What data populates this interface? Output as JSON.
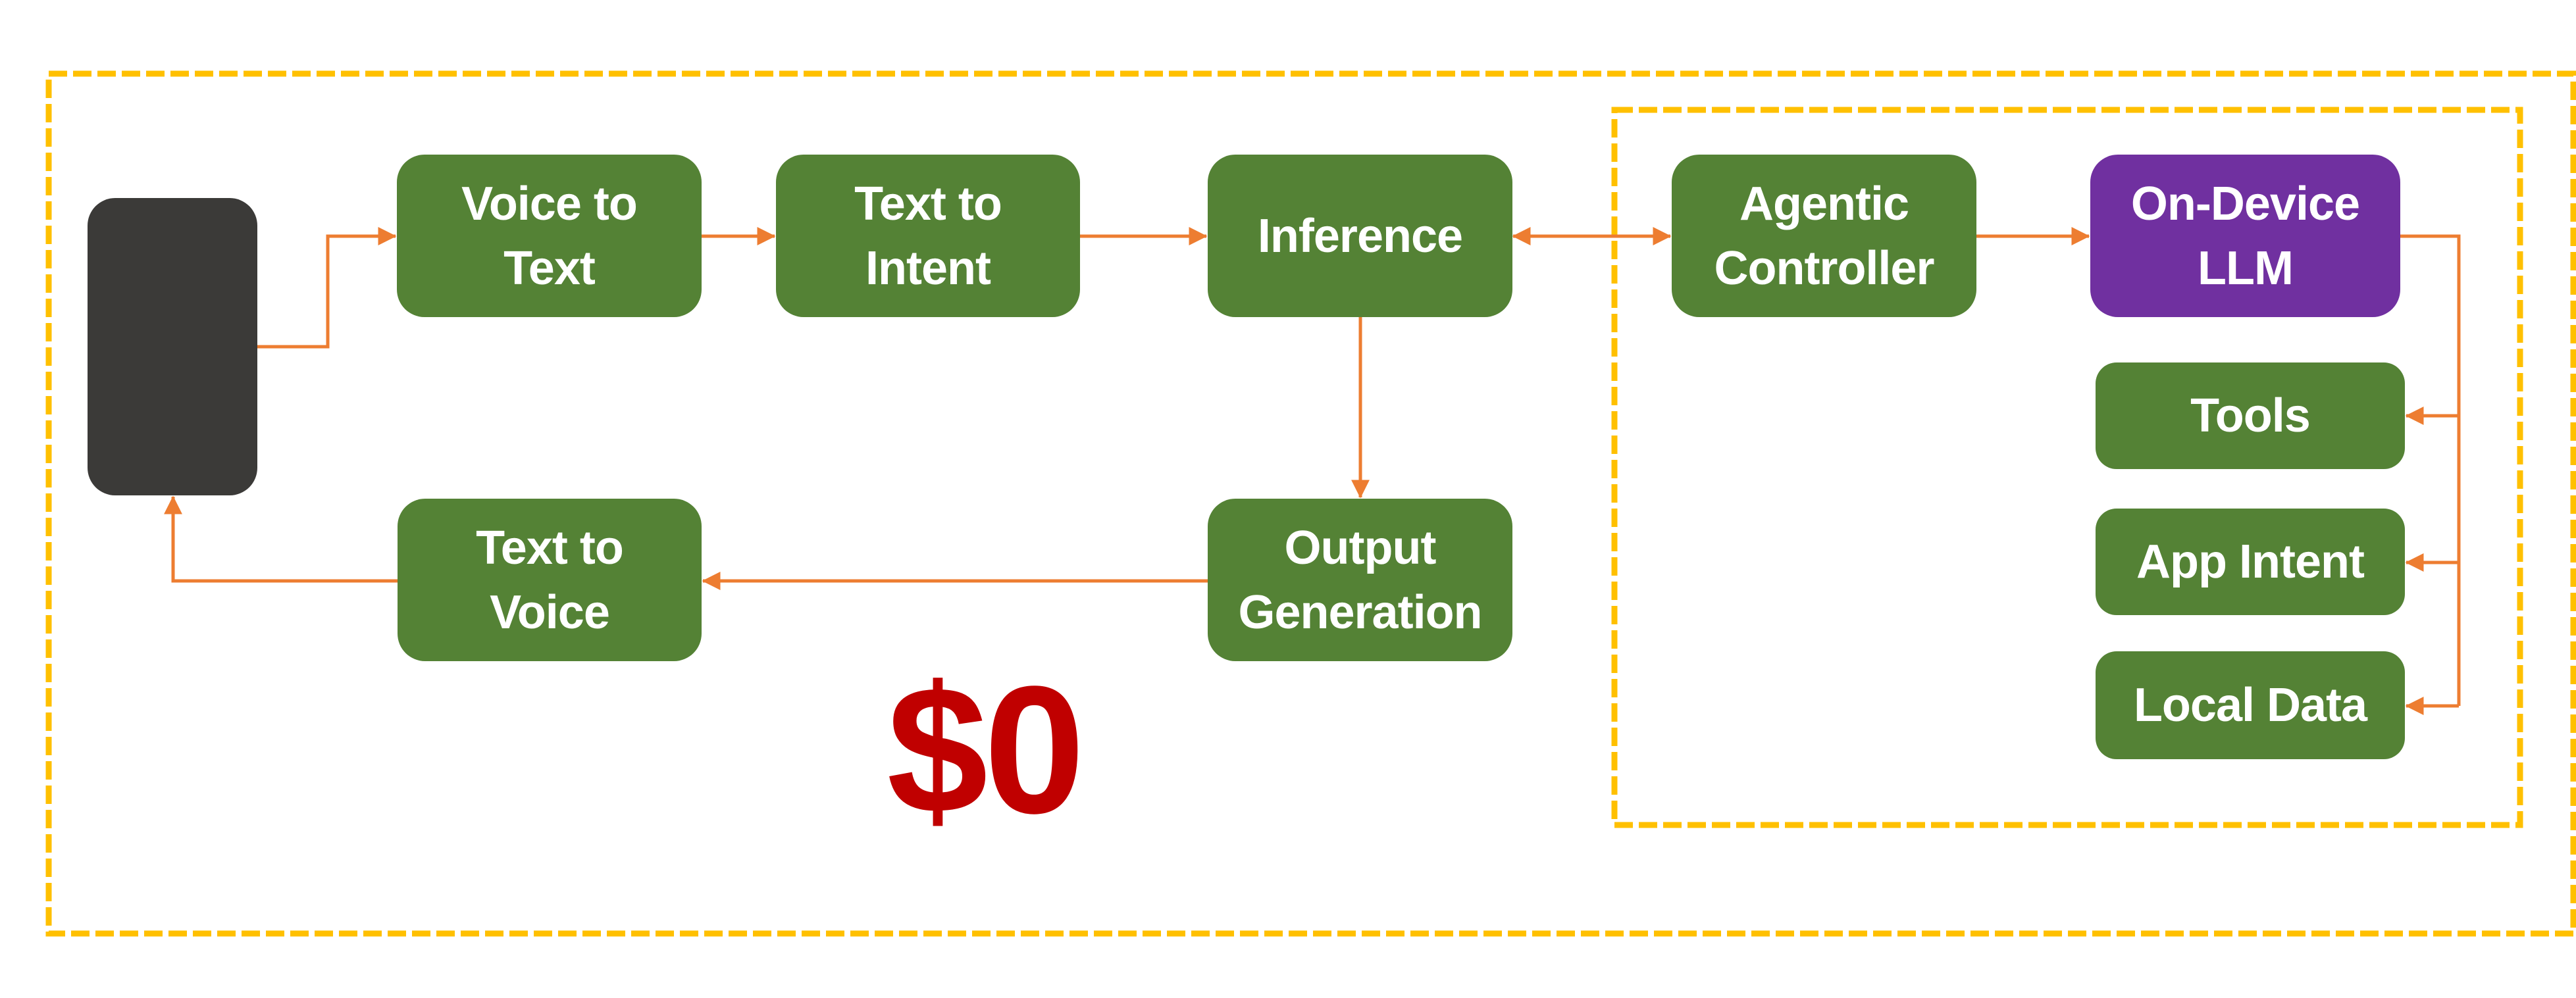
{
  "diagram": {
    "title": "On-device voice assistant pipeline",
    "cost_label": "$0",
    "colors": {
      "process_node": "#548235",
      "llm_node": "#7030A0",
      "device": "#3B3A38",
      "connector": "#ED7D31",
      "boundary": "#FFC000",
      "cost": "#C00000"
    },
    "device": {
      "label": "",
      "icon": "smartphone-icon"
    },
    "nodes": {
      "voice_to_text": {
        "label": "Voice to\nText"
      },
      "text_to_intent": {
        "label": "Text to\nIntent"
      },
      "inference": {
        "label": "Inference"
      },
      "output_generation": {
        "label": "Output\nGeneration"
      },
      "text_to_voice": {
        "label": "Text to\nVoice"
      },
      "agentic_controller": {
        "label": "Agentic\nController"
      },
      "on_device_llm": {
        "label": "On-Device\nLLM"
      },
      "tools": {
        "label": "Tools"
      },
      "app_intent": {
        "label": "App Intent"
      },
      "local_data": {
        "label": "Local Data"
      }
    },
    "edges": [
      {
        "from": "device",
        "to": "voice_to_text",
        "direction": "forward"
      },
      {
        "from": "voice_to_text",
        "to": "text_to_intent",
        "direction": "forward"
      },
      {
        "from": "text_to_intent",
        "to": "inference",
        "direction": "forward"
      },
      {
        "from": "inference",
        "to": "agentic_controller",
        "direction": "bidirectional"
      },
      {
        "from": "agentic_controller",
        "to": "on_device_llm",
        "direction": "forward"
      },
      {
        "from": "on_device_llm",
        "to": "tools",
        "direction": "forward"
      },
      {
        "from": "on_device_llm",
        "to": "app_intent",
        "direction": "forward"
      },
      {
        "from": "on_device_llm",
        "to": "local_data",
        "direction": "forward"
      },
      {
        "from": "inference",
        "to": "output_generation",
        "direction": "forward"
      },
      {
        "from": "output_generation",
        "to": "text_to_voice",
        "direction": "forward"
      },
      {
        "from": "text_to_voice",
        "to": "device",
        "direction": "forward"
      }
    ],
    "boundaries": [
      {
        "name": "on-device-boundary",
        "style": "dashed"
      },
      {
        "name": "agentic-subsystem-boundary",
        "style": "dashed"
      }
    ]
  }
}
